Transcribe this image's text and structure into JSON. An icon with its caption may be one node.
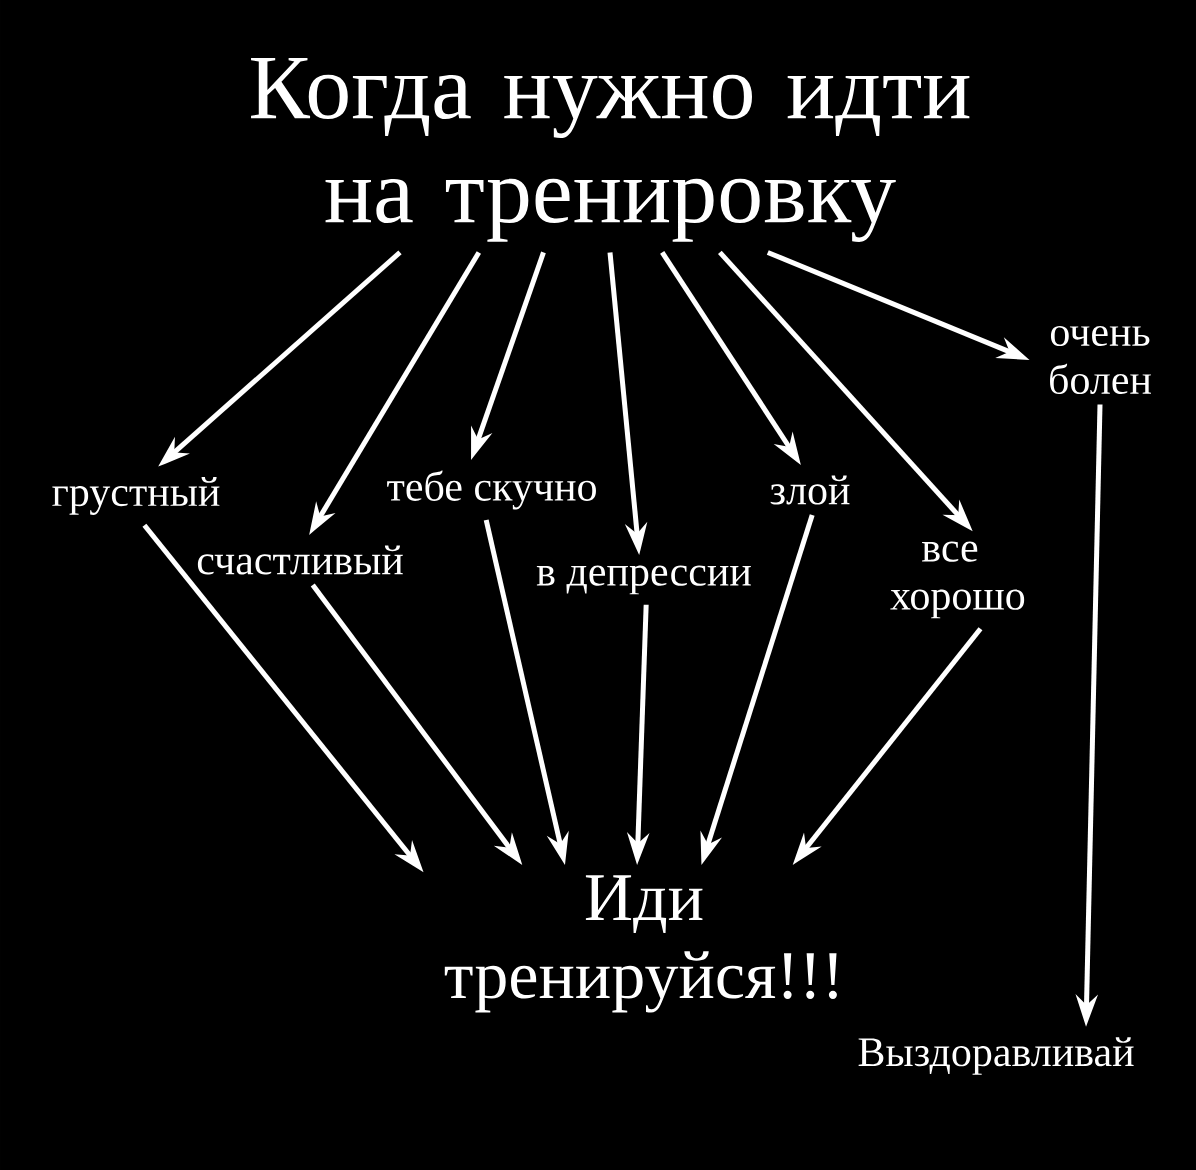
{
  "diagram": {
    "nodes": [
      {
        "text": [
          "Когда нужно идти на тренировку"
        ]
      },
      {
        "text": [
          "грустный"
        ]
      },
      {
        "text": [
          "счастливый"
        ]
      },
      {
        "text": [
          "тебе скучно"
        ]
      },
      {
        "text": [
          "в депрессии"
        ]
      },
      {
        "text": [
          "злой"
        ]
      },
      {
        "text": [
          "все хорошо"
        ]
      },
      {
        "text": [
          "очень болен"
        ]
      },
      {
        "text": [
          "Иди тренируйся!!!"
        ]
      },
      {
        "text": [
          "Выздоравливай"
        ]
      }
    ],
    "edges": [
      {
        "from": 0,
        "to": 1,
        "arrow": "to"
      },
      {
        "from": 0,
        "to": 2,
        "arrow": "to"
      },
      {
        "from": 0,
        "to": 3,
        "arrow": "to"
      },
      {
        "from": 0,
        "to": 4,
        "arrow": "to"
      },
      {
        "from": 0,
        "to": 5,
        "arrow": "to"
      },
      {
        "from": 0,
        "to": 6,
        "arrow": "to"
      },
      {
        "from": 0,
        "to": 7,
        "arrow": "to"
      },
      {
        "from": 7,
        "to": 9,
        "arrow": "to"
      },
      {
        "from": 1,
        "to": 8,
        "arrow": "to"
      },
      {
        "from": 2,
        "to": 8,
        "arrow": "to"
      },
      {
        "from": 3,
        "to": 8,
        "arrow": "to"
      },
      {
        "from": 4,
        "to": 8,
        "arrow": "to"
      },
      {
        "from": 5,
        "to": 8,
        "arrow": "to"
      },
      {
        "from": 6,
        "to": 8,
        "arrow": "to"
      }
    ]
  }
}
